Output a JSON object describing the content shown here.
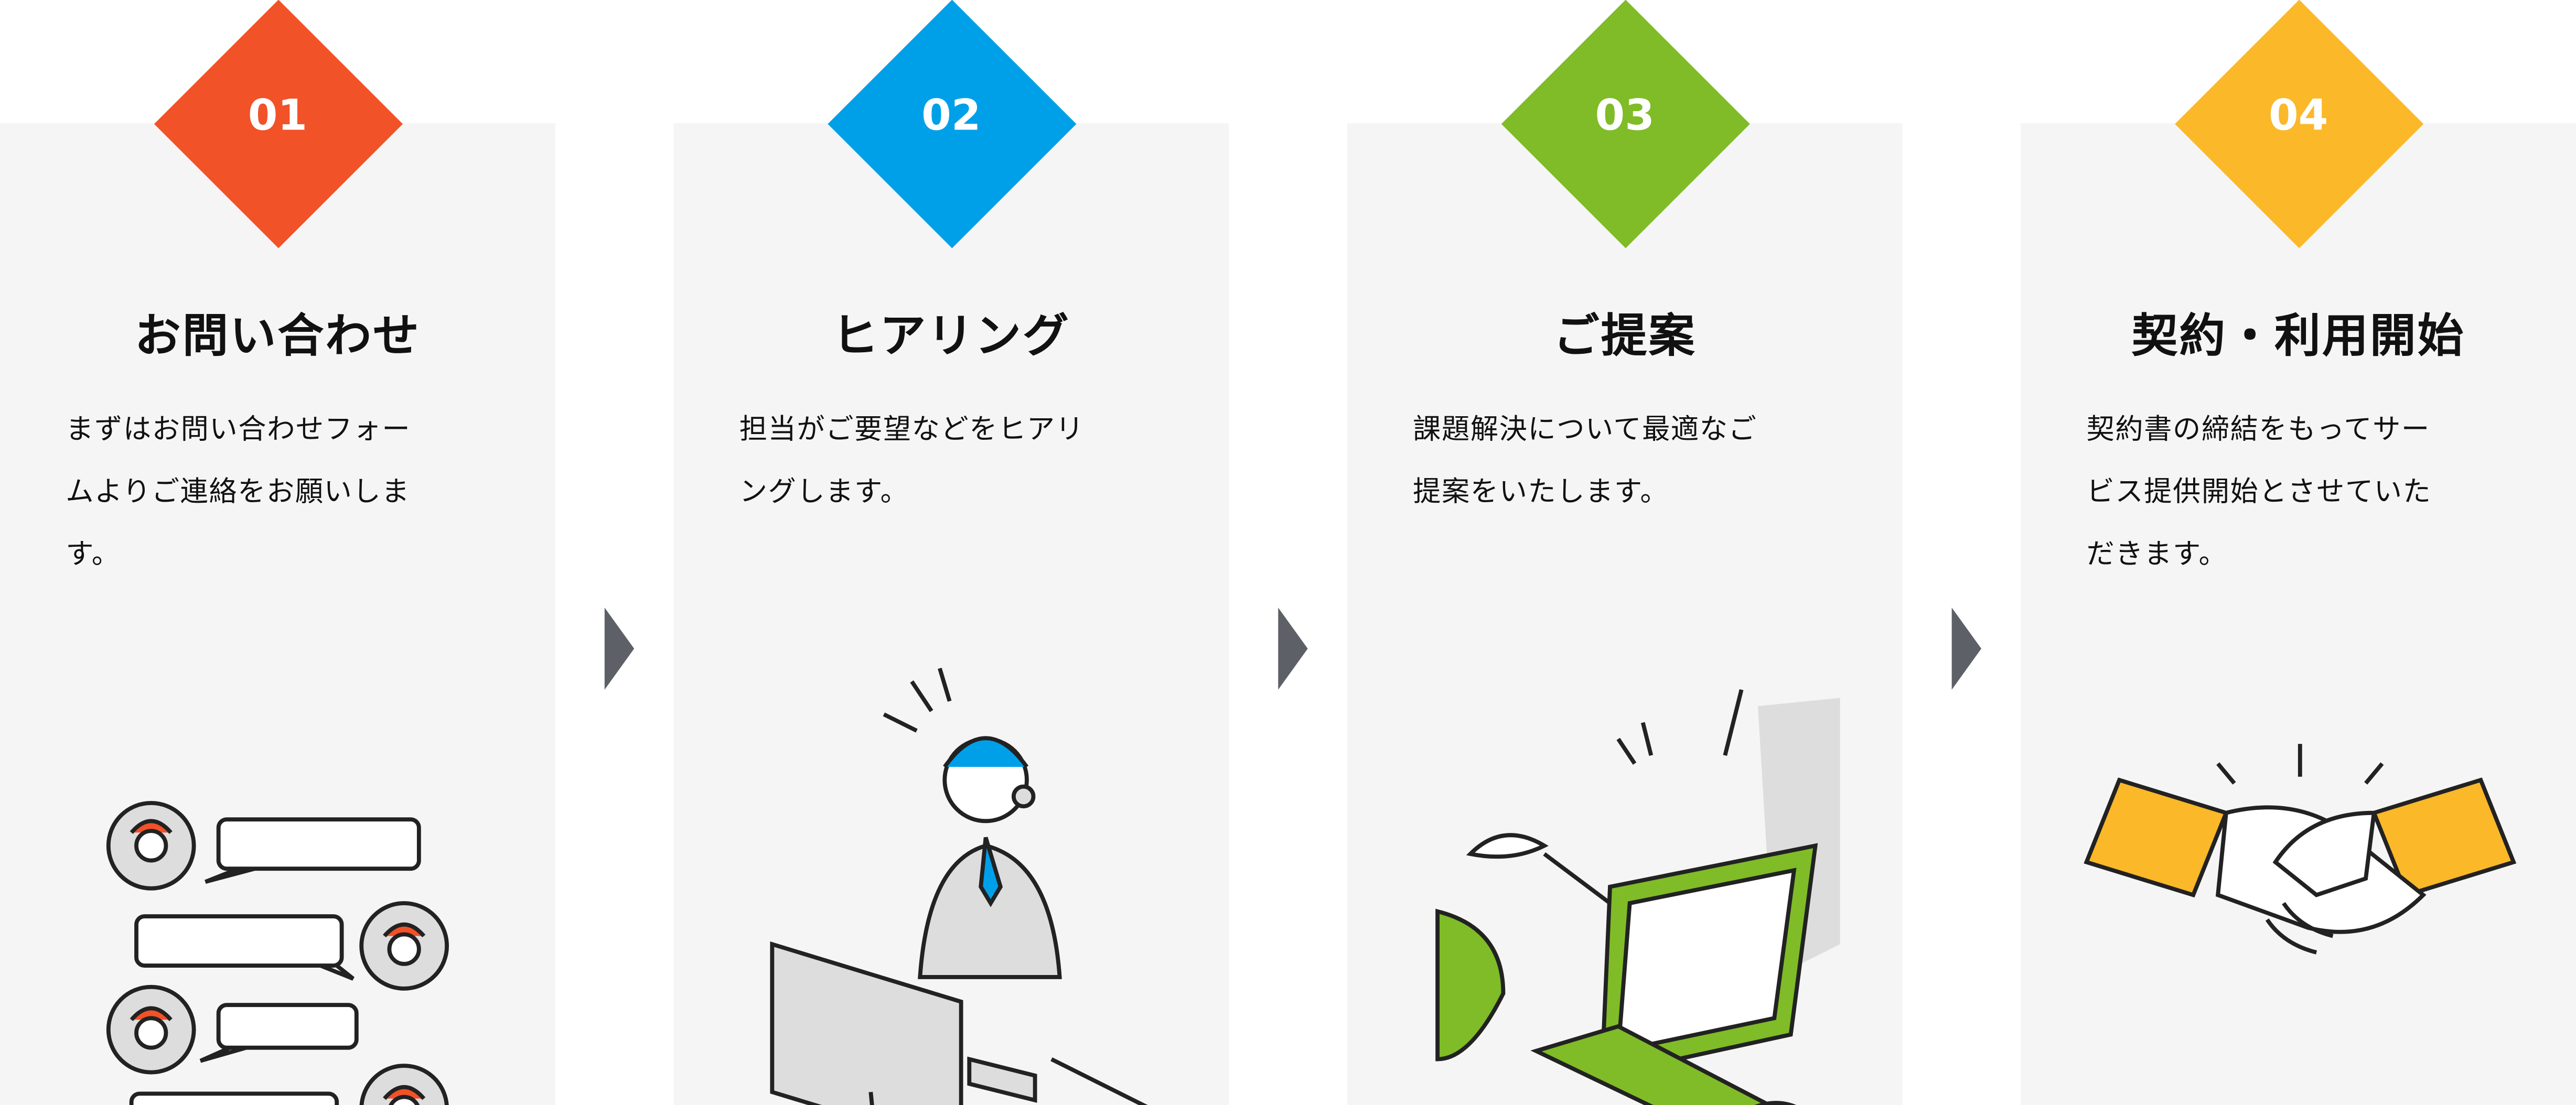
{
  "steps": [
    {
      "number": "01",
      "title": "お問い合わせ",
      "lines": [
        "まずはお問い合わせフォー",
        "ムよりご連絡をお願いしま",
        "す。"
      ],
      "color": "#f15227",
      "illustration": "chat-contacts"
    },
    {
      "number": "02",
      "title": "ヒアリング",
      "lines": [
        "担当がご要望などをヒアリ",
        "ングします。"
      ],
      "color": "#00a0e9",
      "illustration": "operator-at-computer"
    },
    {
      "number": "03",
      "title": "ご提案",
      "lines": [
        "課題解決について最適なご",
        "提案をいたします。"
      ],
      "color": "#7fbc27",
      "illustration": "laptop-proposal"
    },
    {
      "number": "04",
      "title": "契約・利用開始",
      "lines": [
        "契約書の締結をもってサー",
        "ビス提供開始とさせていた",
        "だきます。"
      ],
      "color": "#fbb829",
      "illustration": "handshake"
    }
  ]
}
